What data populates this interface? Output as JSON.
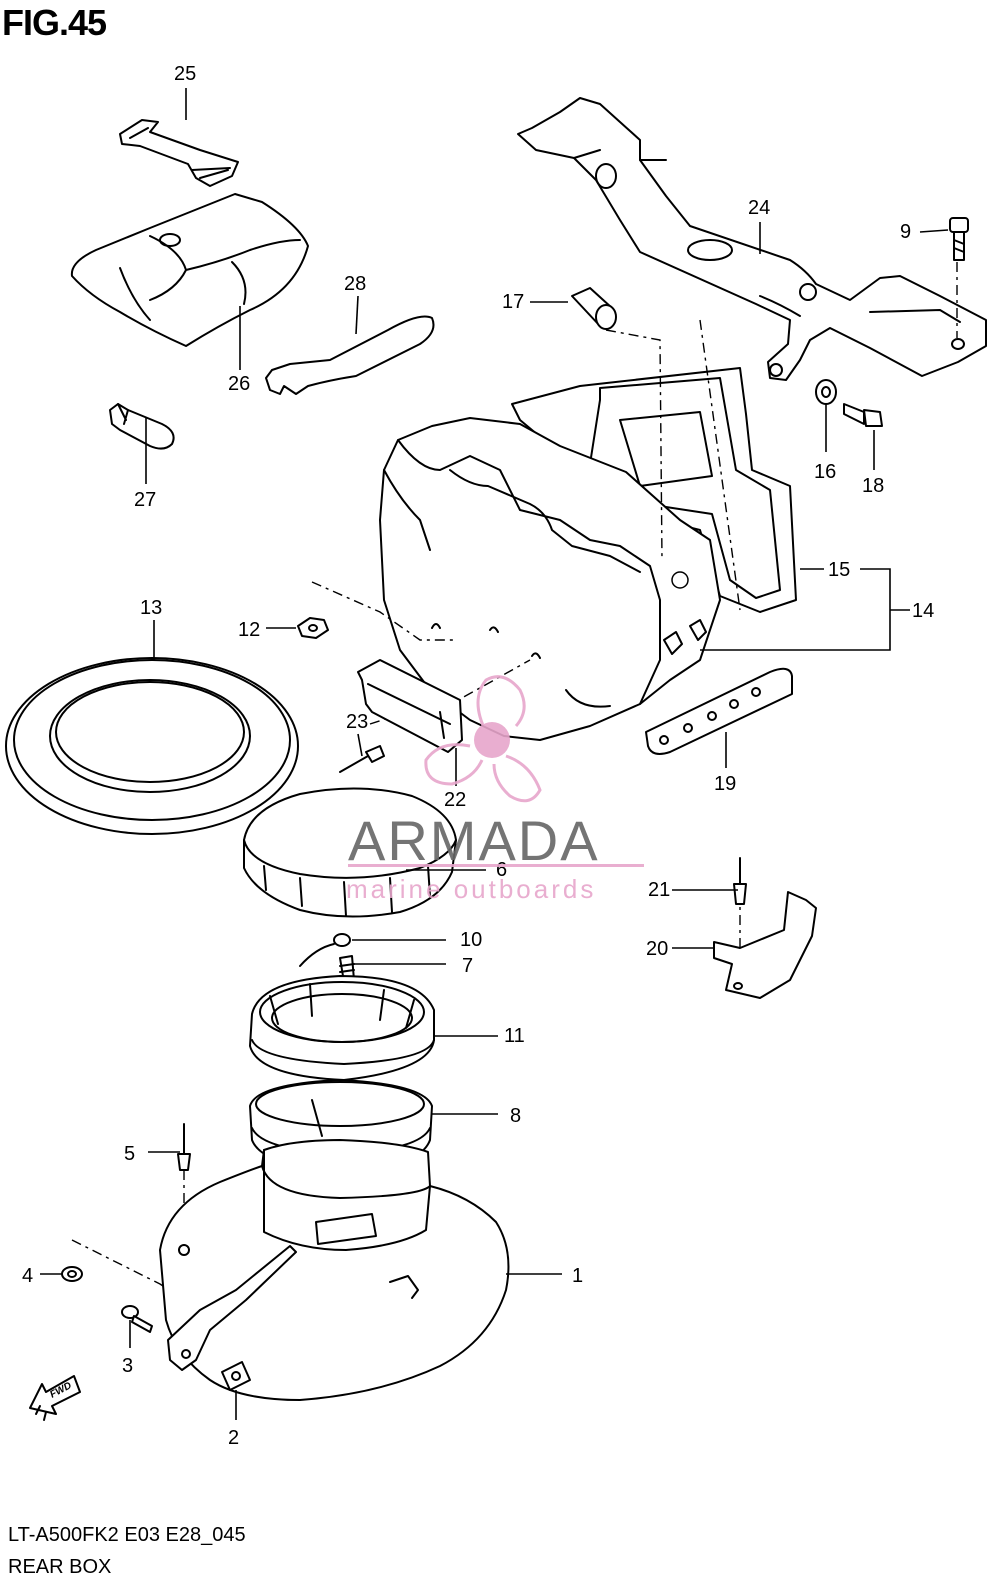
{
  "title": "FIG.45",
  "footer": {
    "code": "LT-A500FK2 E03 E28_045",
    "name": "REAR BOX"
  },
  "watermark": {
    "brand": "ARMADA",
    "tagline": "marine outboards",
    "color": "#e7a6cb"
  },
  "fwd_label": "FWD",
  "callouts": {
    "c1": "1",
    "c2": "2",
    "c3": "3",
    "c4": "4",
    "c5": "5",
    "c6": "6",
    "c7": "7",
    "c8": "8",
    "c9": "9",
    "c10": "10",
    "c11": "11",
    "c12": "12",
    "c13": "13",
    "c14": "14",
    "c15": "15",
    "c16": "16",
    "c17": "17",
    "c18": "18",
    "c19": "19",
    "c20": "20",
    "c21": "21",
    "c22": "22",
    "c23": "23",
    "c24": "24",
    "c25": "25",
    "c26": "26",
    "c27": "27",
    "c28": "28"
  }
}
